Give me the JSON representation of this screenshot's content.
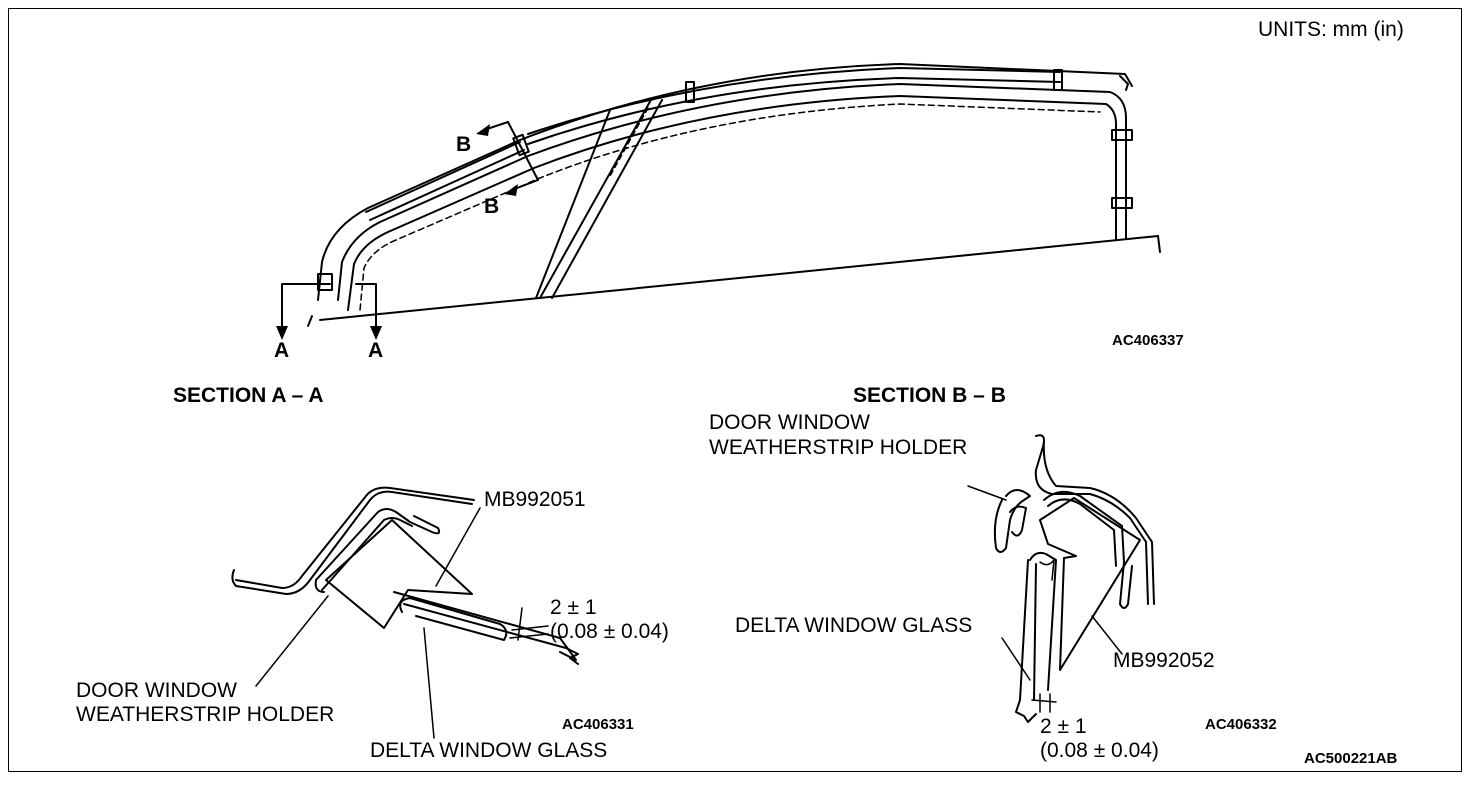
{
  "units_label": "UNITS: mm (in)",
  "overview": {
    "code": "AC406337",
    "section_marks": {
      "a_left": "A",
      "a_right": "A",
      "b_upper": "B",
      "b_lower": "B"
    }
  },
  "section_a": {
    "title": "SECTION A – A",
    "tool_label": "MB992051",
    "clearance_line1": "2 ± 1",
    "clearance_line2": "(0.08 ± 0.04)",
    "holder_line1": "DOOR WINDOW",
    "holder_line2": "WEATHERSTRIP HOLDER",
    "glass_label": "DELTA WINDOW GLASS",
    "code": "AC406331"
  },
  "section_b": {
    "title": "SECTION B – B",
    "holder_line1": "DOOR WINDOW",
    "holder_line2": "WEATHERSTRIP HOLDER",
    "glass_label": "DELTA WINDOW GLASS",
    "tool_label": "MB992052",
    "clearance_line1": "2 ± 1",
    "clearance_line2": "(0.08 ± 0.04)",
    "code": "AC406332"
  },
  "figure_code": "AC500221AB"
}
